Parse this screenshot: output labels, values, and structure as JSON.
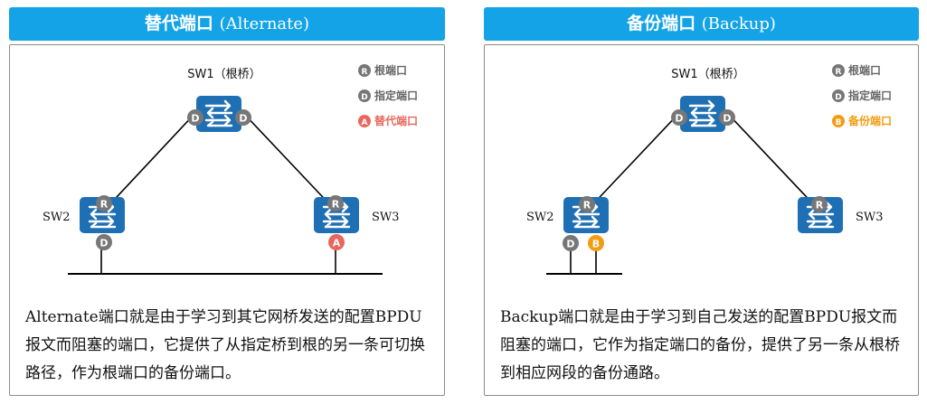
{
  "left": {
    "title_main": "替代端口",
    "title_sub": "(Alternate)",
    "root_label": "SW1（根桥）",
    "sw2_label": "SW2",
    "sw3_label": "SW3",
    "legend": [
      {
        "letter": "R",
        "text": "根端口",
        "color": "#777777"
      },
      {
        "letter": "D",
        "text": "指定端口",
        "color": "#777777"
      },
      {
        "letter": "A",
        "text": "替代端口",
        "color": "#e8675d"
      }
    ],
    "description": "Alternate端口就是由于学习到其它网桥发送的配置BPDU报文而阻塞的端口，它提供了从指定桥到根的另一条可切换路径，作为根端口的备份端口。"
  },
  "right": {
    "title_main": "备份端口",
    "title_sub": "(Backup)",
    "root_label": "SW1（根桥）",
    "sw2_label": "SW2",
    "sw3_label": "SW3",
    "legend": [
      {
        "letter": "R",
        "text": "根端口",
        "color": "#777777"
      },
      {
        "letter": "D",
        "text": "指定端口",
        "color": "#777777"
      },
      {
        "letter": "B",
        "text": "备份端口",
        "color": "#f39c12"
      }
    ],
    "description": "Backup端口就是由于学习到自己发送的配置BPDU报文而阻塞的端口，它作为指定端口的备份，提供了另一条从根桥到相应网段的备份通路。"
  },
  "colors": {
    "header": "#13a3e6",
    "switch": "#1f6fb5",
    "port_gray": "#777777",
    "alternate": "#e8675d",
    "backup": "#f39c12"
  }
}
